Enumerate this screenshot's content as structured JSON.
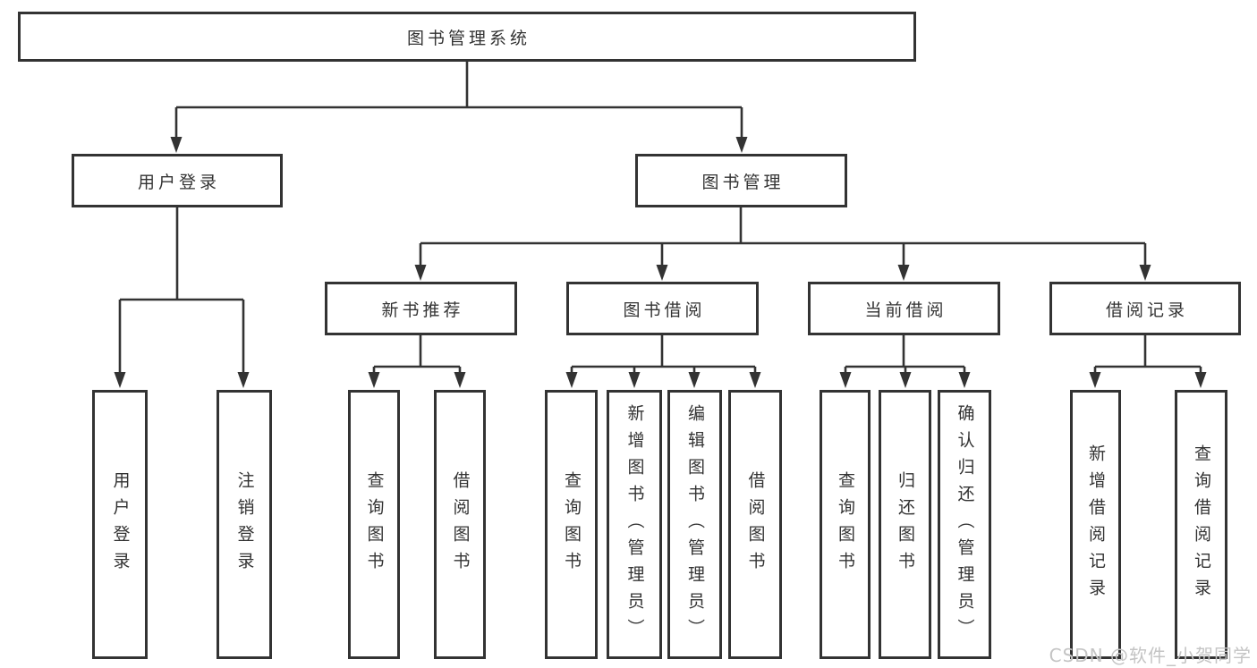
{
  "tree": {
    "root": "图书管理系统",
    "level2": [
      {
        "label": "用户登录",
        "leaves": [
          "用户登录",
          "注销登录"
        ]
      },
      {
        "label": "图书管理",
        "groups": [
          {
            "label": "新书推荐",
            "leaves": [
              "查询图书",
              "借阅图书"
            ]
          },
          {
            "label": "图书借阅",
            "leaves": [
              "查询图书",
              "新增图书（管理员）",
              "编辑图书（管理员）",
              "借阅图书"
            ]
          },
          {
            "label": "当前借阅",
            "leaves": [
              "查询图书",
              "归还图书",
              "确认归还（管理员）"
            ]
          },
          {
            "label": "借阅记录",
            "leaves": [
              "新增借阅记录",
              "查询借阅记录"
            ]
          }
        ]
      }
    ]
  },
  "watermark": "CSDN @软件_小贺同学",
  "colors": {
    "line": "#333333",
    "box_border": "#333333",
    "text": "#333333",
    "watermark": "#c4c4c4",
    "background": "#ffffff"
  }
}
